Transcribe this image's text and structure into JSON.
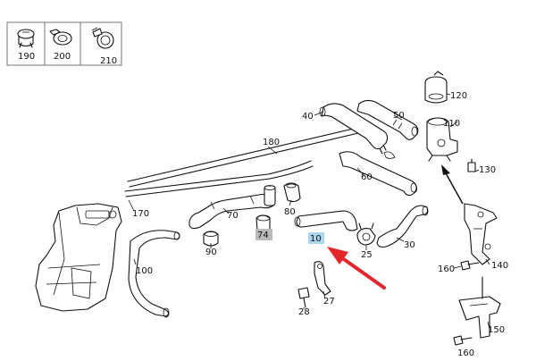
{
  "legend": [
    {
      "number": "190",
      "icon": "clamp-icon"
    },
    {
      "number": "200",
      "icon": "hose-clip-icon"
    },
    {
      "number": "210",
      "icon": "screw-clamp-icon"
    }
  ],
  "callouts": {
    "c10": "10",
    "c25": "25",
    "c27": "27",
    "c28": "28",
    "c30": "30",
    "c40": "40",
    "c50": "50",
    "c60": "60",
    "c70": "70",
    "c74": "74",
    "c80": "80",
    "c90": "90",
    "c100": "100",
    "c110": "110",
    "c120": "120",
    "c130": "130",
    "c140": "140",
    "c150": "150",
    "c160a": "160",
    "c160b": "160",
    "c170": "170",
    "c180": "180"
  },
  "highlight": {
    "selected_part": "10",
    "box_color": "#a9d6ec",
    "box_color_74": "#b9b9b9",
    "arrow_color": "#e3262c"
  }
}
